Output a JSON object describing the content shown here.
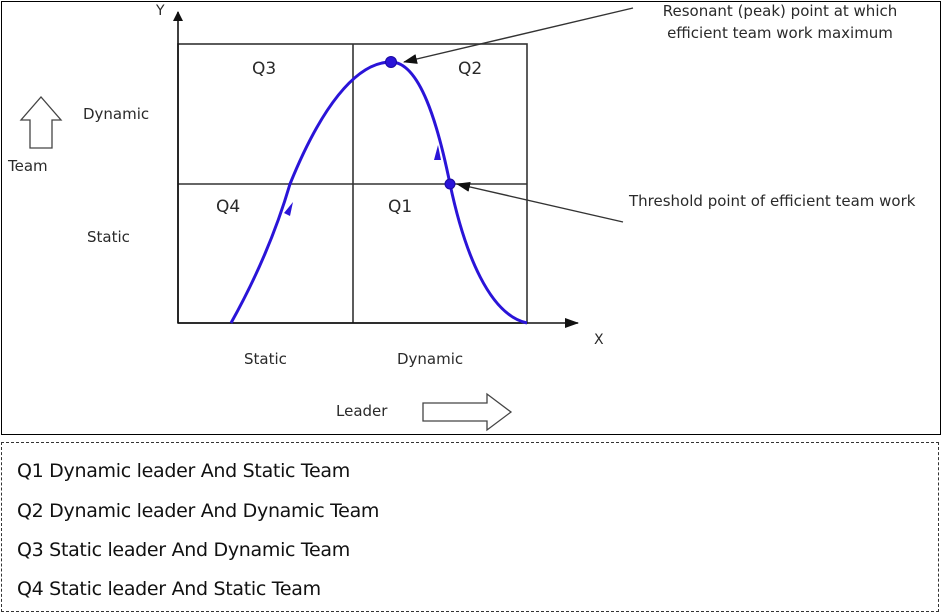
{
  "diagram": {
    "axes": {
      "y_label": "Y",
      "x_label": "X",
      "y_title": "Team",
      "x_title": "Leader",
      "y_levels": [
        "Dynamic",
        "Static"
      ],
      "x_levels": [
        "Static",
        "Dynamic"
      ]
    },
    "quadrants": [
      {
        "id": "Q1",
        "label": "Q1"
      },
      {
        "id": "Q2",
        "label": "Q2"
      },
      {
        "id": "Q3",
        "label": "Q3"
      },
      {
        "id": "Q4",
        "label": "Q4"
      }
    ],
    "annotations": {
      "peak_line1": "Resonant (peak) point at which",
      "peak_line2": "efficient team work maximum",
      "threshold": "Threshold point of efficient team work"
    },
    "colors": {
      "curve": "#2a14d8",
      "grid": "#333333",
      "arrow": "#222222"
    }
  },
  "legend": {
    "items": [
      "Q1 Dynamic leader And Static Team",
      "Q2 Dynamic leader And Dynamic Team",
      "Q3 Static leader And Dynamic Team",
      "Q4 Static leader And Static Team"
    ]
  }
}
